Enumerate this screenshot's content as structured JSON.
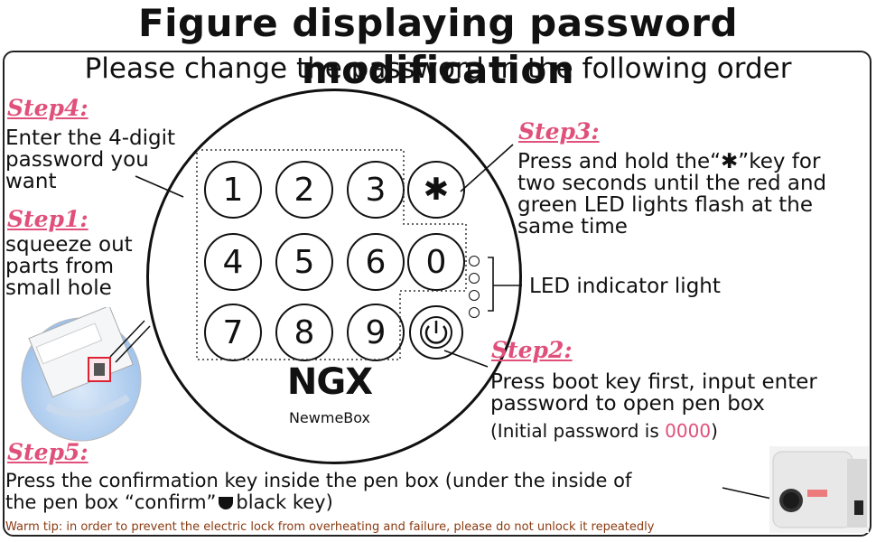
{
  "title": "Figure displaying password modification",
  "subtitle": "Please change the password in the following order",
  "step4": {
    "label": "Step4:",
    "lines": [
      "Enter the 4-digit",
      "password you",
      "want"
    ]
  },
  "step1": {
    "label": "Step1:",
    "lines": [
      "squeeze out",
      "parts from",
      "small hole"
    ]
  },
  "step3": {
    "label": "Step3:",
    "lines": [
      "Press and hold the“✱”key for",
      "two seconds until the red and",
      "green LED lights flash at the",
      "same time"
    ]
  },
  "led_label": "LED indicator light",
  "step2": {
    "label": "Step2:",
    "lines": [
      "Press boot key first, input enter",
      "password to open pen box"
    ],
    "initial_prefix": "(Initial password is ",
    "initial_value": "0000",
    "initial_suffix": ")"
  },
  "step5": {
    "label": "Step5:",
    "line1": "Press the confirmation key inside the pen box (under the inside of",
    "line2_prefix": "the pen box “confirm”",
    "line2_suffix": "black key)"
  },
  "keypad": {
    "row1": [
      "1",
      "2",
      "3",
      "✱"
    ],
    "row2": [
      "4",
      "5",
      "6",
      "0"
    ],
    "row3": [
      "7",
      "8",
      "9"
    ],
    "power_icon": "power-icon"
  },
  "brand": {
    "logo": "NGX",
    "name": "NewmeBox"
  },
  "warm_tip": "Warm tip: in order to prevent the electric lock from overheating and failure, please do not unlock it repeatedly",
  "colors": {
    "step_label": "#e0507a",
    "initial_password": "#e0507a",
    "warm_tip": "#8a3a10"
  }
}
